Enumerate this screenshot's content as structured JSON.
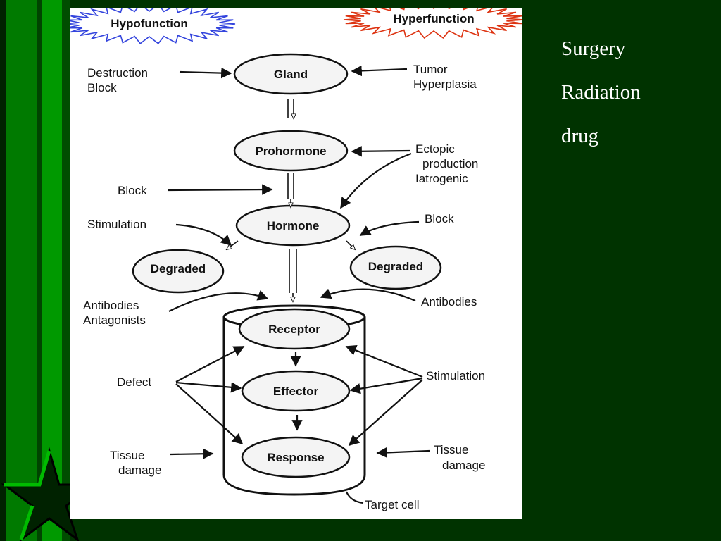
{
  "slide": {
    "colors": {
      "background": "#003300",
      "stripe_light": "#009900",
      "stripe_mid": "#007a00",
      "hypo_burst": "#3344dd",
      "hyper_burst": "#dd3311"
    },
    "diagram": {
      "hypofunction": "Hypofunction",
      "hyperfunction": "Hyperfunction",
      "nodes": {
        "gland": "Gland",
        "prohormone": "Prohormone",
        "hormone": "Hormone",
        "degraded_left": "Degraded",
        "degraded_right": "Degraded",
        "receptor": "Receptor",
        "effector": "Effector",
        "response": "Response"
      },
      "left": {
        "destruction": "Destruction",
        "block1": "Block",
        "block2": "Block",
        "stimulation": "Stimulation",
        "antibodies": "Antibodies",
        "antagonists": "Antagonists",
        "defect": "Defect",
        "tissue": "Tissue",
        "damage": "damage"
      },
      "right": {
        "tumor": "Tumor",
        "hyperplasia": "Hyperplasia",
        "ectopic": "Ectopic",
        "production": "production",
        "iatrogenic": "Iatrogenic",
        "block": "Block",
        "antibodies": "Antibodies",
        "stimulation": "Stimulation",
        "tissue": "Tissue",
        "damage": "damage"
      },
      "target_cell": "Target cell"
    },
    "treatments": [
      "Surgery",
      "Radiation",
      "drug"
    ]
  }
}
